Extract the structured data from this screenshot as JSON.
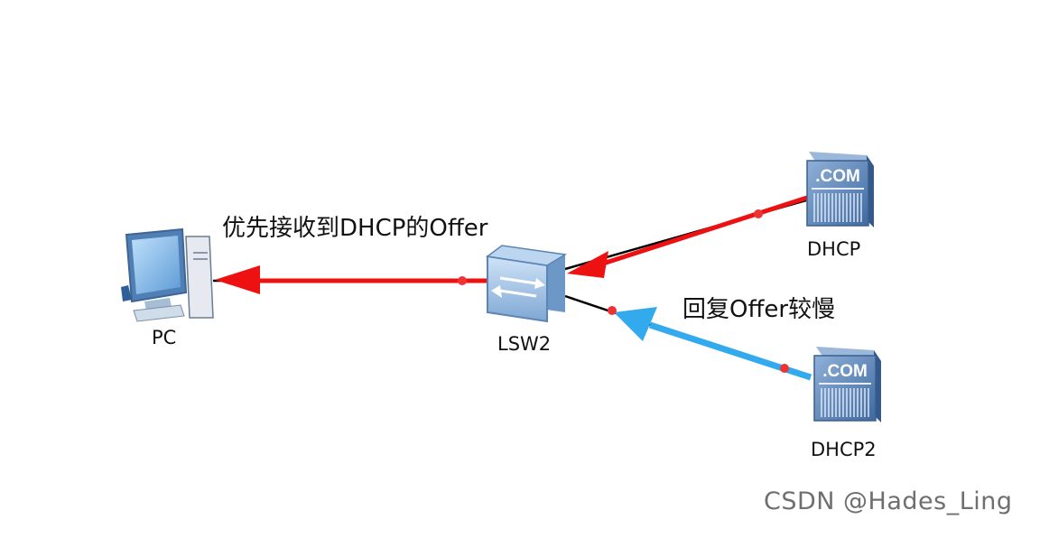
{
  "nodes": {
    "pc": {
      "label": "PC",
      "icon": "pc-icon"
    },
    "switch": {
      "label": "LSW2",
      "icon": "switch-icon"
    },
    "dhcp1": {
      "label": "DHCP",
      "icon": "server-icon",
      "badge": ".COM"
    },
    "dhcp2": {
      "label": "DHCP2",
      "icon": "server-icon",
      "badge": ".COM"
    }
  },
  "annotations": {
    "first_offer": "优先接收到DHCP的Offer",
    "slow_offer": "回复Offer较慢"
  },
  "watermark": "CSDN @Hades_Ling",
  "colors": {
    "fast_path": "#ee1111",
    "slow_path": "#33aaee",
    "link": "#000000",
    "port_dot": "#ee3333",
    "device_blue": "#5b86b8"
  }
}
